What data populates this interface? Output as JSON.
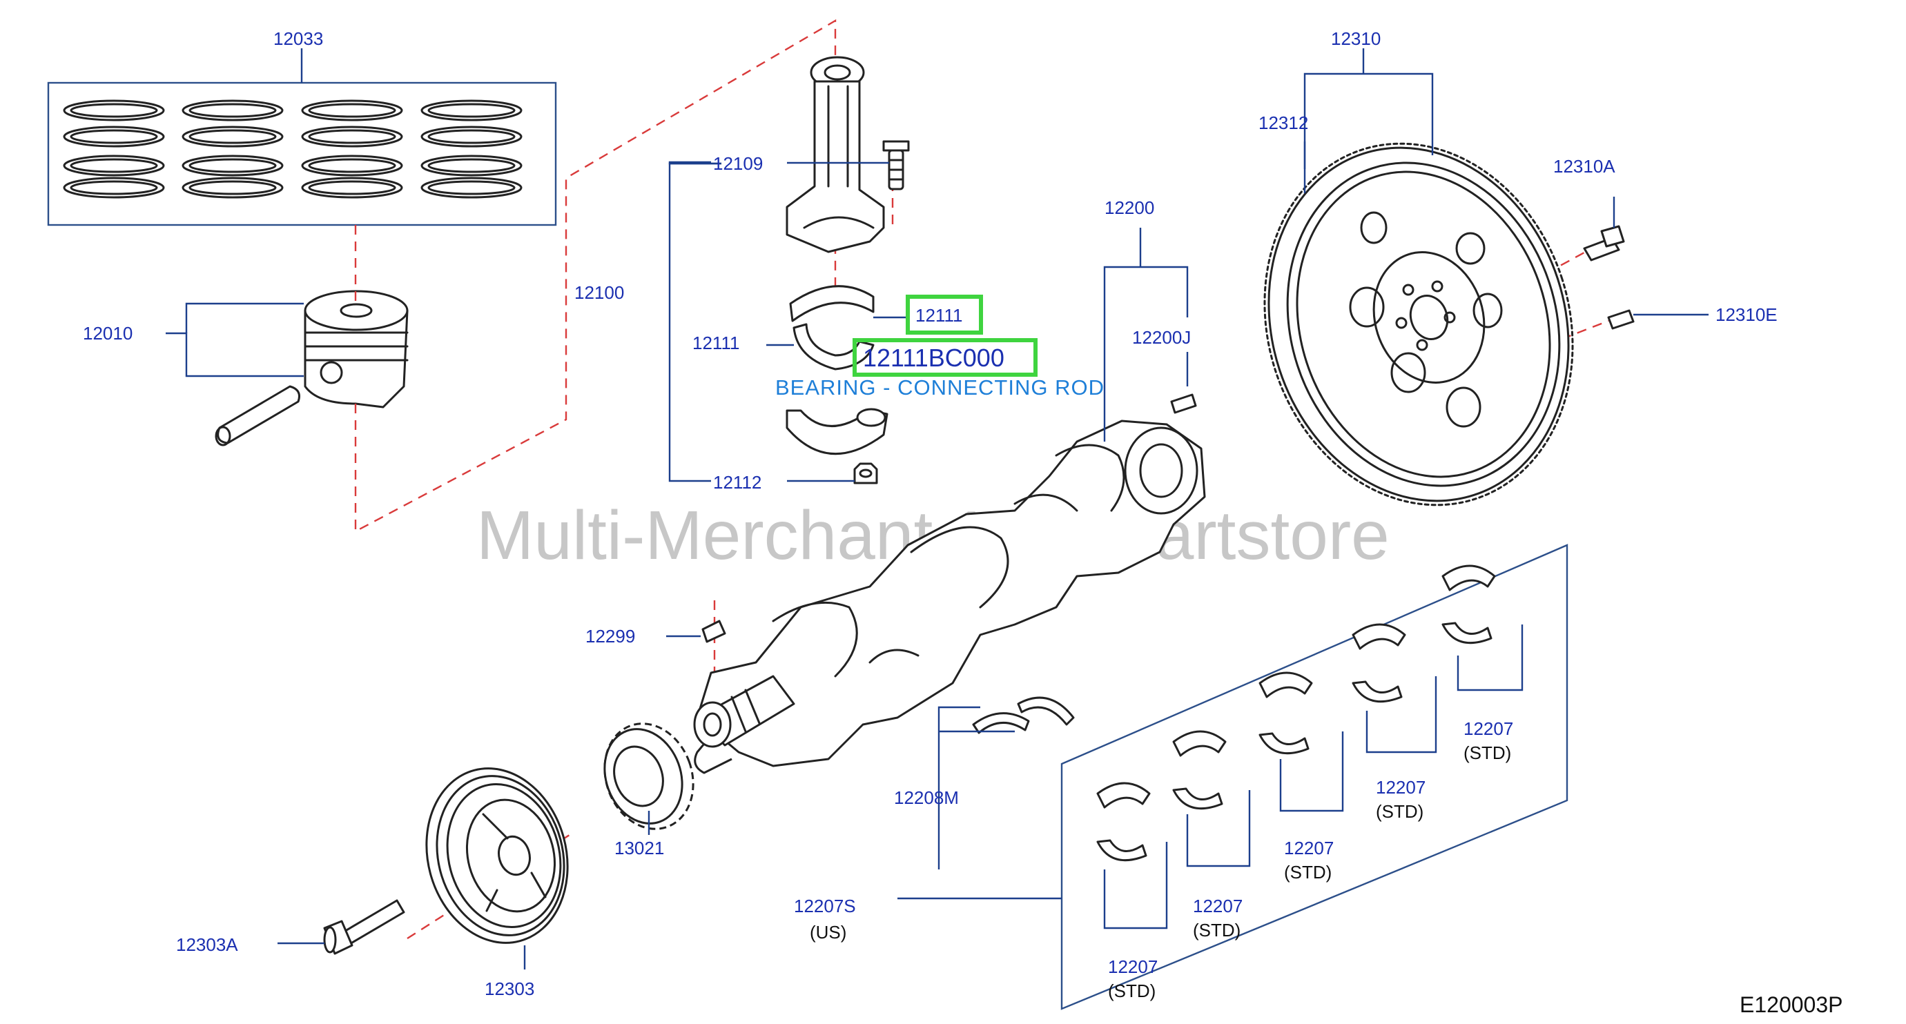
{
  "diagram": {
    "code": "E120003P",
    "watermark": "Multi-Merchant Auto Partstore",
    "highlight": {
      "label": "12111",
      "part_number": "12111BC000",
      "description": "BEARING - CONNECTING ROD"
    },
    "labels": {
      "p12033": "12033",
      "p12010": "12010",
      "p12109": "12109",
      "p12100": "12100",
      "p12111": "12111",
      "p12112": "12112",
      "p12200": "12200",
      "p12200J": "12200J",
      "p12310": "12310",
      "p12312": "12312",
      "p12310A": "12310A",
      "p12310E": "12310E",
      "p12299": "12299",
      "p13021": "13021",
      "p12303A": "12303A",
      "p12303": "12303",
      "p12208M": "12208M",
      "p12207S": "12207S",
      "us": "(US)",
      "p12207_1": "12207",
      "p12207_2": "12207",
      "p12207_3": "12207",
      "p12207_4": "12207",
      "p12207_5": "12207",
      "std1": "(STD)",
      "std2": "(STD)",
      "std3": "(STD)",
      "std4": "(STD)",
      "std5": "(STD)"
    }
  }
}
